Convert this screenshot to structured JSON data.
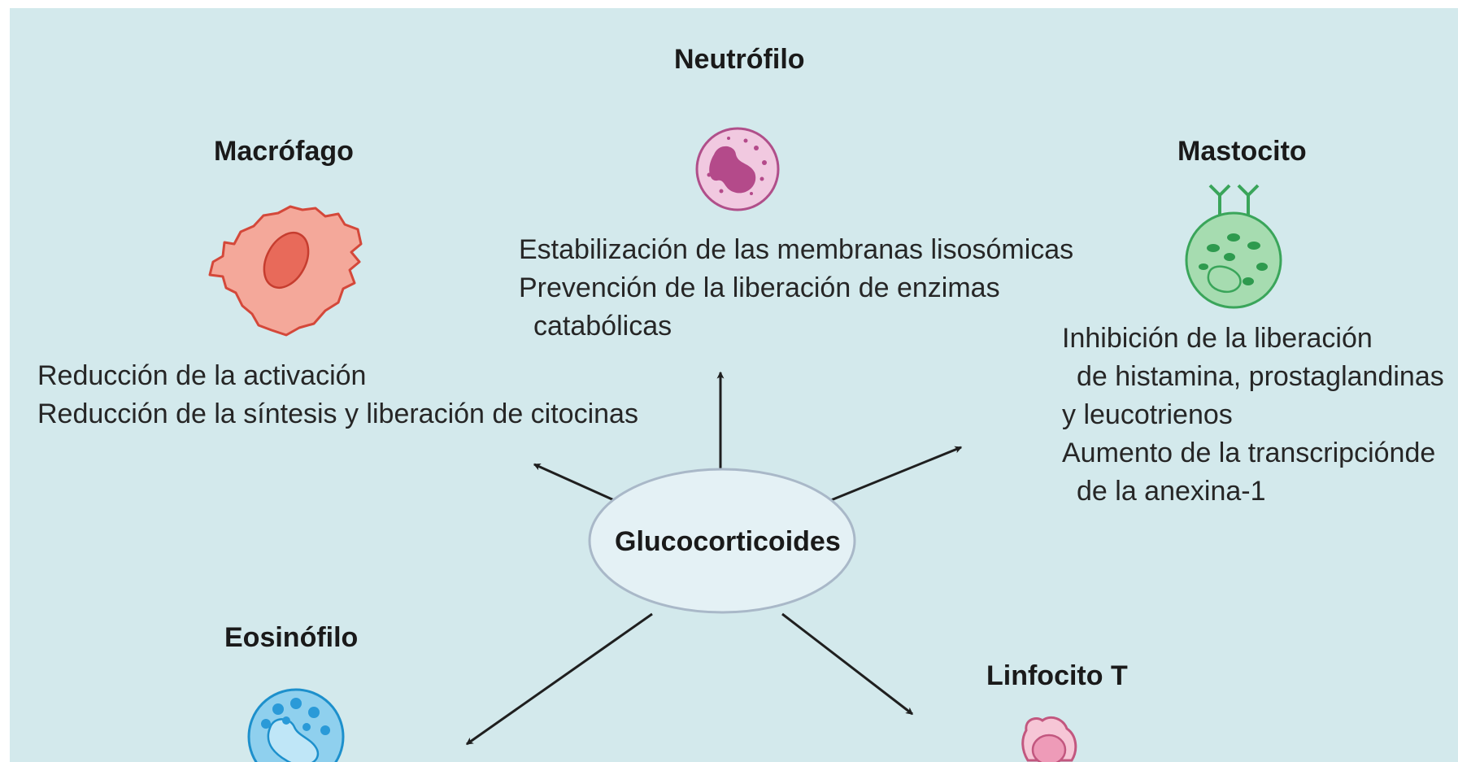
{
  "center": {
    "label": "Glucocorticoides"
  },
  "cells": {
    "neutrofilo": {
      "name": "Neutrófilo",
      "effects": [
        "Estabilización de las membranas lisosómicas",
        "Prevención de la liberación de enzimas",
        "catabólicas"
      ],
      "colors": {
        "fill": "#f1c9e0",
        "stroke": "#b04f8a",
        "nucleus": "#b44a8a"
      }
    },
    "macrofago": {
      "name": "Macrófago",
      "effects": [
        "Reducción de la activación",
        "Reducción de la síntesis y liberación de citocinas"
      ],
      "colors": {
        "fill": "#f4a89a",
        "stroke": "#d4483a",
        "nucleus": "#e86a5a"
      }
    },
    "mastocito": {
      "name": "Mastocito",
      "effects": [
        "Inhibición de la liberación",
        "de histamina, prostaglandinas",
        "y leucotrienos",
        "Aumento de la transcripciónde",
        "de la anexina-1"
      ],
      "colors": {
        "fill": "#a6dcb0",
        "stroke": "#3aa55a",
        "granule": "#2e9a4e"
      }
    },
    "eosinofilo": {
      "name": "Eosinófilo",
      "colors": {
        "fill": "#8fd0ee",
        "stroke": "#1d90cc",
        "granule": "#2a9ad8"
      }
    },
    "linfocito": {
      "name": "Linfocito T",
      "colors": {
        "fill": "#f6c6d6",
        "stroke": "#c2577f"
      }
    }
  },
  "colors": {
    "background": "#d3e9ec",
    "arrow": "#1f1f1f",
    "ellipse_fill": "#e4f1f5",
    "ellipse_stroke": "#a9b8c8"
  }
}
